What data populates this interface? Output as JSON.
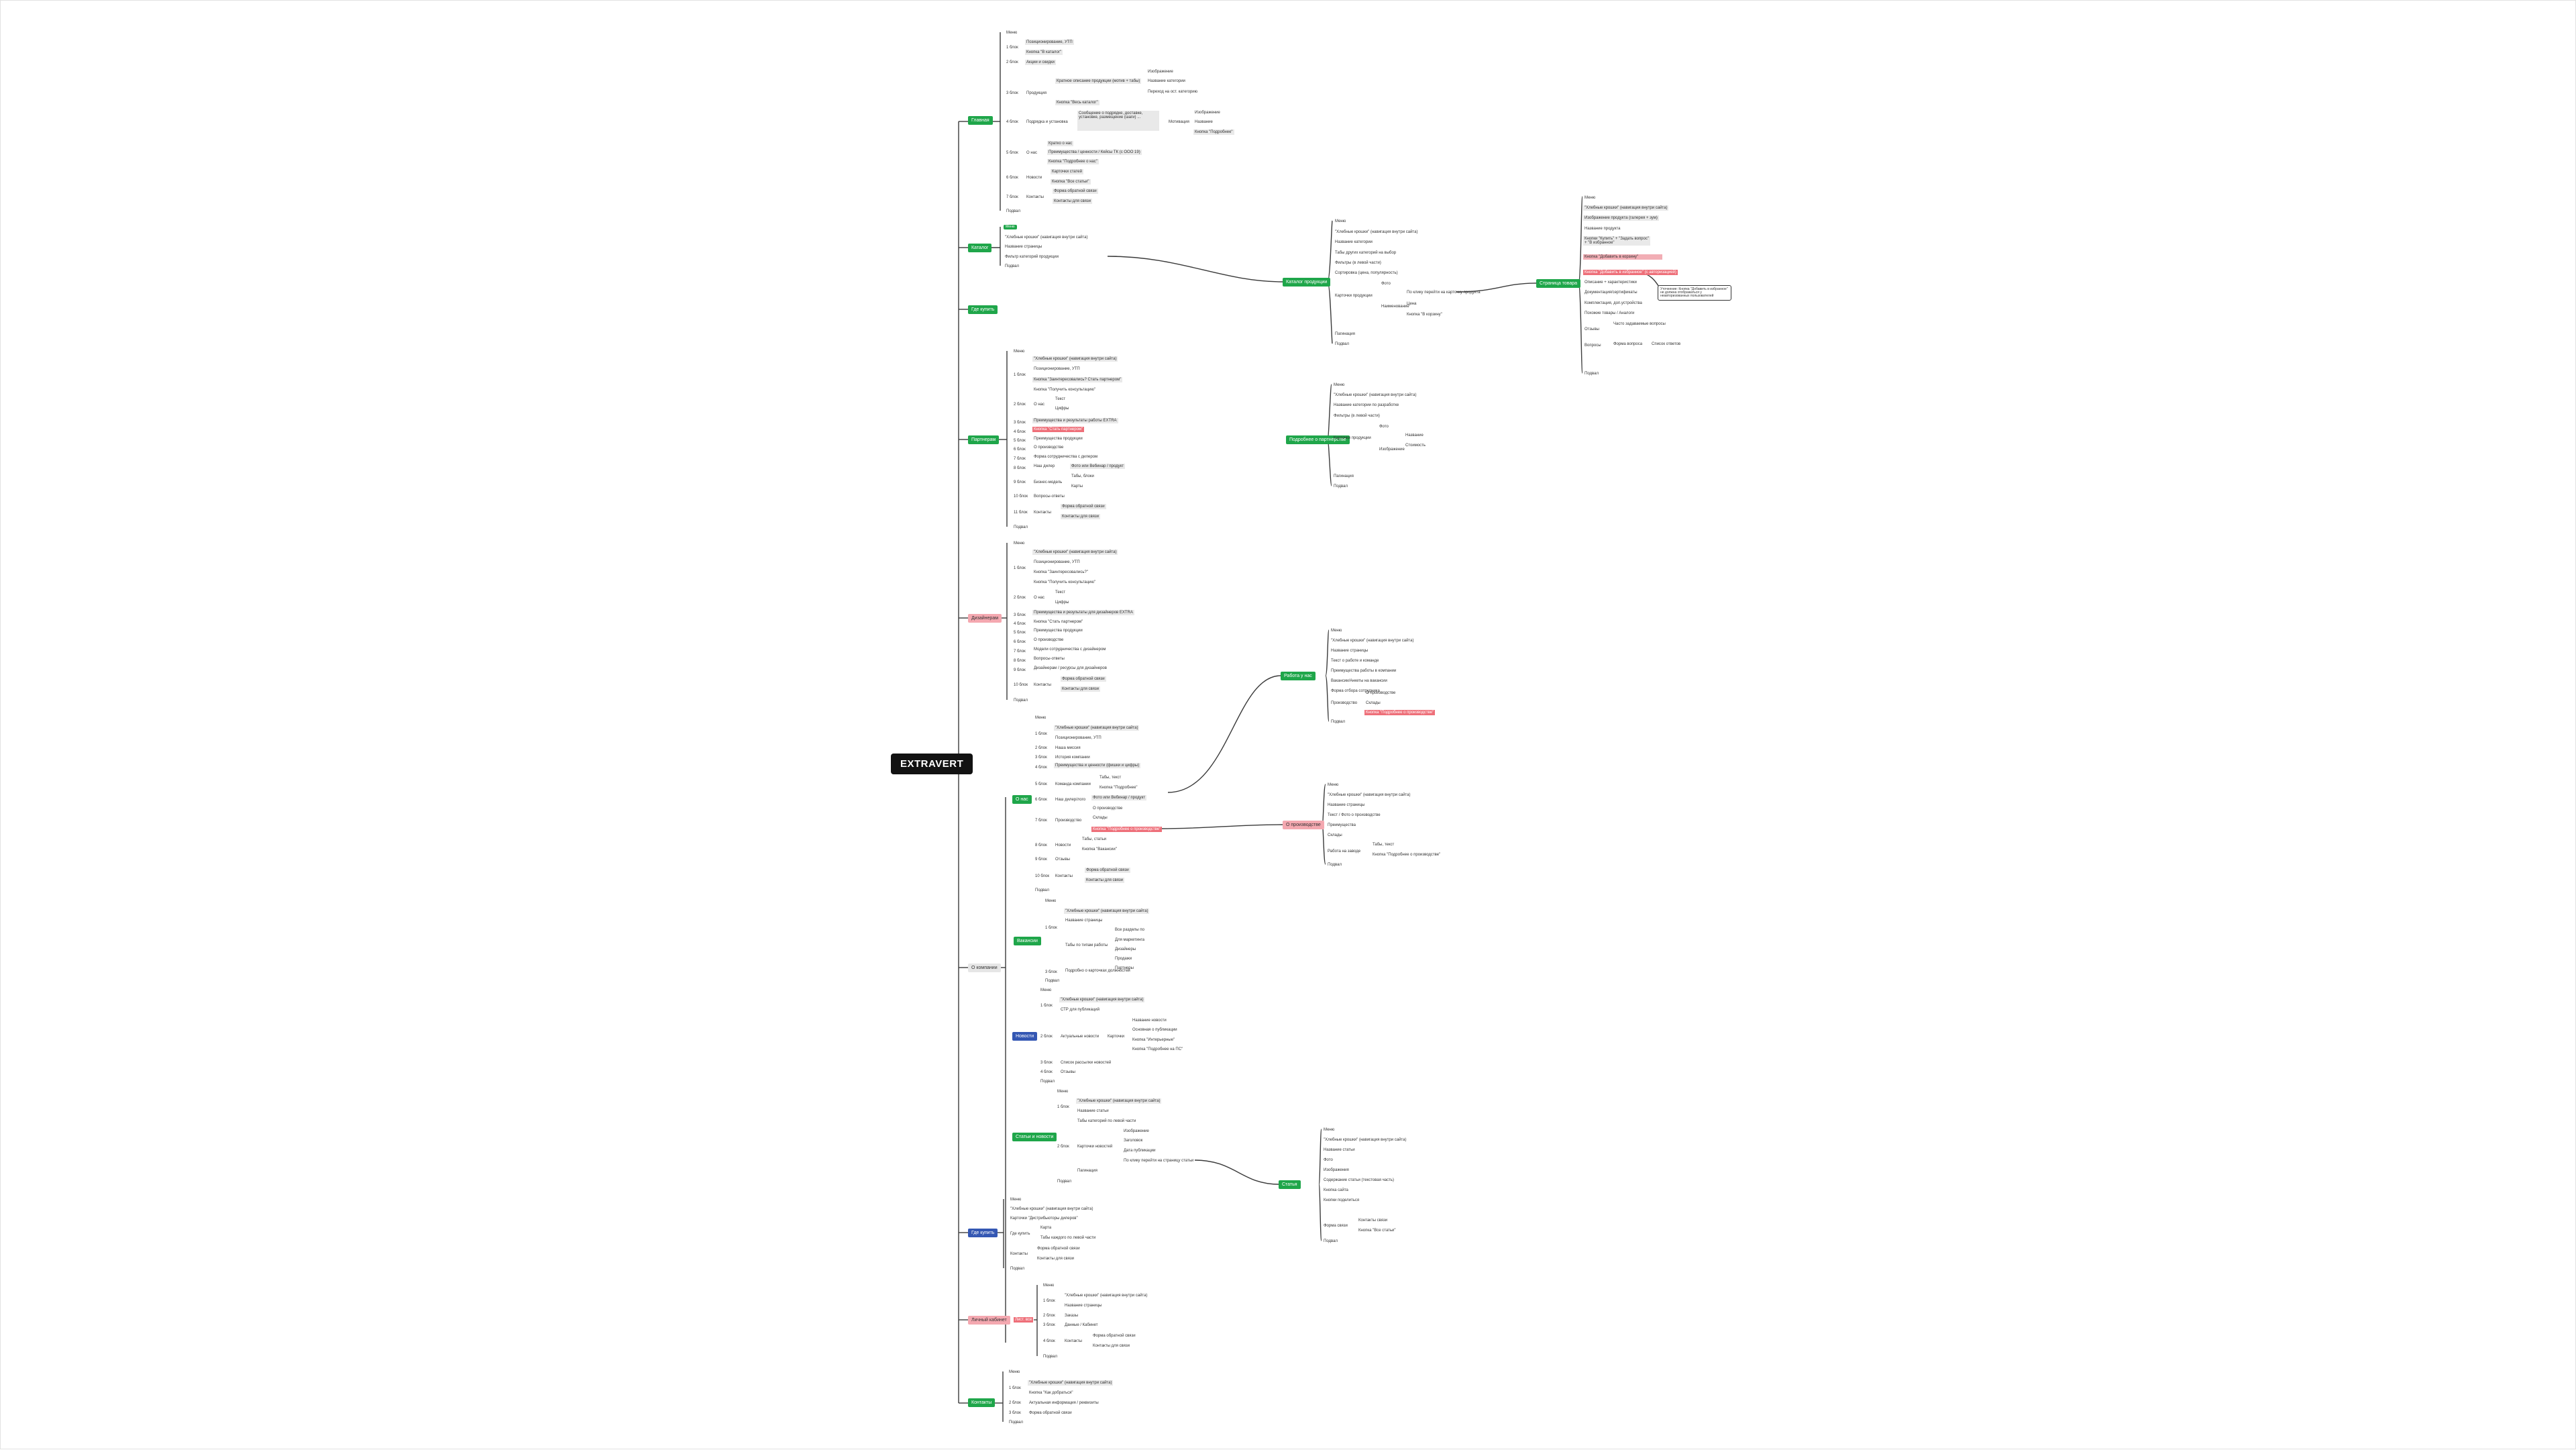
{
  "root": {
    "label": "EXTRAVERT"
  },
  "sections": {
    "glavnaya": {
      "label": "Главная",
      "menu": "Меню",
      "b1": "1 блок",
      "b1_items": [
        "Позиционирование, УТП",
        "Кнопка \"В каталог\""
      ],
      "b2": "2 блок",
      "b2_item": "Акции и скидки",
      "b3": "3 блок",
      "b3_title": "Продукция",
      "b3_desc": "Кратное описание продукции (мотив + табы)",
      "b3_leaf": [
        "Изображение",
        "Название категории",
        "Переход на ост. категорию"
      ],
      "b3_btn": "Кнопка \"Весь каталог\"",
      "b4": "4 блок",
      "b4_title": "Подрядка и установка",
      "b4_desc": "Сообщение о подрядке, доставке, установке, размещение (шаги) ...",
      "b4_sub": "Мотивация",
      "b4_leaf": [
        "Изображение",
        "Название",
        "Кнопка \"Подробнее\""
      ],
      "b5": "5 блок",
      "b5_title": "О нас",
      "b5_items": [
        "Кратко о нас",
        "Преимущества / ценности / Кейсы ТК (с ООО 19)",
        "Кнопка \"Подробнее о нас\""
      ],
      "b6": "6 блок",
      "b6_title": "Новости",
      "b6_items": [
        "Карточки статей",
        "Кнопка \"Все статьи\""
      ],
      "b7": "7 блок",
      "b7_title": "Контакты",
      "b7_items": [
        "Форма обратной связи",
        "Контакты для связи"
      ],
      "footer": "Подвал"
    },
    "katalog": {
      "label": "Каталог",
      "items": [
        "Меню",
        "\"Хлебные крошки\" (навигация внутри сайта)",
        "Название страницы",
        "Фильтр категорий продукции",
        "Подвал"
      ]
    },
    "catalog_page": {
      "label": "Каталог продукции",
      "items": [
        "Меню",
        "\"Хлебные крошки\" (навигация внутри сайта)",
        "Название категории",
        "Табы других категорий на выбор",
        "Фильтры (в левой части)",
        "Сортировка (цена, популярность)"
      ],
      "cards": "Карточки продукции",
      "cards_leaf": [
        "Фото",
        "Наименование",
        "Цена",
        "Кнопка \"В корзину\""
      ],
      "pag": "Пагинация",
      "footer": "Подвал",
      "card_link": "По клику перейти на карточку продукта"
    },
    "product": {
      "label": "Страница товара",
      "items": [
        "Меню",
        "\"Хлебные крошки\" (навигация внутри сайта)",
        "Изображение продукта (галерея + зум)",
        "Название продукта",
        "Кнопки \"Купить\" + \"Задать вопрос\" + \"В избранное\""
      ],
      "pink1": "Кнопка \"Добавить в корзину\"",
      "red1": "Кнопка \"Добавить в избранное\" (с авторизацией)",
      "items2": [
        "Описание + характеристики",
        "Документация/сертификаты",
        "Комплектация, доп.устройства",
        "Похожие товары / Аналоги",
        "Отзывы",
        "Часто задаваемые вопросы"
      ],
      "note": "Уточнение: Кнопка \"Добавить в избранное\" не должна отображаться у неавторизованных пользователей",
      "vopros": "Вопросы",
      "vopros_leaf": [
        "Форма вопроса",
        "Список ответов"
      ],
      "footer": "Подвал"
    },
    "partneram": {
      "label": "Партнерам",
      "menu": "Меню",
      "b1": "1 блок",
      "b1_items": [
        "\"Хлебные крошки\" (навигация внутри сайта)",
        "Позиционирование, УТП",
        "Кнопка \"Заинтересовались? Стать партнером\"",
        "Кнопка \"Получить консультацию\""
      ],
      "b2": "2 блок",
      "b2_title": "О нас",
      "b2_items": [
        "Текст",
        "Цифры"
      ],
      "b3": "3 блок",
      "b3_item": "Преимущества и результаты работы EXTRA",
      "b4": "4 блок",
      "b4_item": "Кнопка \"Стать партнером\"",
      "b5": "5 блок",
      "b5_item": "Преимущества продукции",
      "b6": "6 блок",
      "b6_item": "О производстве",
      "b7": "7 блок",
      "b7_item": "Форма сотрудничества с дилером",
      "b8": "8 блок",
      "b8_title": "Наш дилер",
      "b8_items": [
        "Фото или Вебинар / продукт"
      ],
      "b9": "9 блок",
      "b9_title": "Бизнес-модель",
      "b9_items": [
        "Табы, блоки",
        "Карты"
      ],
      "b10": "10 блок",
      "b10_item": "Вопросы-ответы",
      "b11": "11 блок",
      "b11_title": "Контакты",
      "b11_items": [
        "Форма обратной связи",
        "Контакты для связи"
      ],
      "footer": "Подвал"
    },
    "partner_page": {
      "label": "Подробнее о партнерстве",
      "items": [
        "Меню",
        "\"Хлебные крошки\" (навигация внутри сайта)",
        "Название категории по разработке",
        "Фильтры (в левой части)"
      ],
      "cards": "Карточки продукции",
      "cards_leaf": [
        "Фото",
        "Изображение",
        "Название",
        "Стоимость"
      ],
      "pag": "Пагинация",
      "footer": "Подвал"
    },
    "dizayneram": {
      "label": "Дизайнерам",
      "menu": "Меню",
      "b1": "1 блок",
      "b1_items": [
        "\"Хлебные крошки\" (навигация внутри сайта)",
        "Позиционирование, УТП",
        "Кнопка \"Заинтересовались?\"",
        "Кнопка \"Получить консультацию\""
      ],
      "b2": "2 блок",
      "b2_title": "О нас",
      "b2_items": [
        "Текст",
        "Цифры"
      ],
      "b3": "3 блок",
      "b3_item": "Преимущества и результаты для дизайнеров EXTRA",
      "b4": "4 блок",
      "b4_item": "Кнопка \"Стать партнером\"",
      "b5": "5 блок",
      "b5_item": "Преимущества продукции",
      "b6": "6 блок",
      "b6_item": "О производстве",
      "b7": "7 блок",
      "b7_item": "Модели сотрудничества с дизайнером",
      "b8": "8 блок",
      "b8_item": "Вопросы-ответы",
      "b9": "9 блок",
      "b9_item": "Дизайнерам / ресурсы для дизайнеров",
      "b10": "10 блок",
      "b10_title": "Контакты",
      "b10_items": [
        "Форма обратной связи",
        "Контакты для связи"
      ],
      "footer": "Подвал"
    },
    "o_kompanii": {
      "label": "О компании",
      "o_nas": {
        "label": "О нас",
        "menu": "Меню",
        "b1": "1 блок",
        "b1_items": [
          "\"Хлебные крошки\" (навигация внутри сайта)",
          "Позиционирование, УТП"
        ],
        "b2": "2 блок",
        "b2_item": "Наша миссия",
        "b3": "3 блок",
        "b3_item": "История компании",
        "b4": "4 блок",
        "b4_item": "Преимущества и ценности (фишки и цифры)",
        "b5": "5 блок",
        "b5_title": "Команда компании",
        "b5_items": [
          "Табы, текст",
          "Кнопка \"Подробнее\""
        ],
        "b6": "6 блок",
        "b6_title": "Наш дилер/лого",
        "b6_items": [
          "Фото или Вебинар / продукт"
        ],
        "b7": "7 блок",
        "b7_title": "Производство",
        "b7_items": [
          "О производстве",
          "Склады"
        ],
        "b7_pink": "Кнопка \"Подробнее о производстве\"",
        "b8": "8 блок",
        "b8_title": "Новости",
        "b8_items": [
          "Табы, статьи",
          "Кнопка \"Вакансии\""
        ],
        "b9": "9 блок",
        "b9_title": "Отзывы",
        "b10": "10 блок",
        "b10_title": "Контакты",
        "b10_items": [
          "Форма обратной связи",
          "Контакты для связи"
        ],
        "footer": "Подвал"
      },
      "rabota": {
        "label": "Работа у нас",
        "items": [
          "Меню",
          "\"Хлебные крошки\" (навигация внутри сайта)",
          "Название страницы",
          "Текст о работе и команде",
          "Преимущества работы в компании",
          "Вакансии/Анкеты на вакансии",
          "Форма отбора сотрудника"
        ],
        "prod": "Производство",
        "prod_leaf": [
          "О производстве",
          "Склады"
        ],
        "prod_pink": "Кнопка \"Подробнее о производстве\"",
        "footer": "Подвал"
      },
      "o_proizv": {
        "label": "О производстве",
        "items": [
          "Меню",
          "\"Хлебные крошки\" (навигация внутри сайта)",
          "Название страницы",
          "Текст / Фото о производстве",
          "Преимущества",
          "Склады"
        ],
        "rabota": "Работа на заводе",
        "rabota_leaf": [
          "Табы, текст",
          "Кнопка \"Подробнее о производстве\""
        ],
        "footer": "Подвал"
      },
      "vakansii": {
        "label": "Вакансии",
        "menu": "Меню",
        "b1": "1 блок",
        "b1_items": [
          "\"Хлебные крошки\" (навигация внутри сайта)",
          "Название страницы"
        ],
        "b2": "2 блок",
        "b2_title": "Табы по типам работы",
        "b2_items": [
          "Все разделы по",
          "Для маркетинга",
          "Дизайнеры",
          "Продажи",
          "Партнеры"
        ],
        "b3": "3 блок",
        "b3_item": "Подробно о карточках должностей",
        "footer": "Подвал"
      },
      "novosti": {
        "label": "Новости",
        "menu": "Меню",
        "b1": "1 блок",
        "b1_items": [
          "\"Хлебные крошки\" (навигация внутри сайта)",
          "СТР для публикаций"
        ],
        "b2": "2 блок",
        "b2_title": "Актуальные новости",
        "b2_sub": "Карточки",
        "b2_leaf": [
          "Название новости",
          "Основная о публикации",
          "Кнопка \"Интерьерные\"",
          "Кнопка \"Подробнее на ПС\""
        ],
        "b3": "3 блок",
        "b3_item": "Список рассылки новостей",
        "b4": "4 блок",
        "b4_item": "Отзывы",
        "footer": "Подвал"
      },
      "stati": {
        "label": "Статьи и новости",
        "menu": "Меню",
        "b1": "1 блок",
        "b1_items": [
          "\"Хлебные крошки\" (навигация внутри сайта)",
          "Название статьи",
          "Табы категорий по левой части"
        ],
        "b2": "2 блок",
        "b2_title": "Карточки новостей",
        "b2_leaf": [
          "Изображение",
          "Заголовок",
          "Дата публикации",
          "По клику перейти на страницу статьи"
        ],
        "pag": "Пагинация",
        "footer": "Подвал"
      },
      "statya": {
        "label": "Статья",
        "items": [
          "Меню",
          "\"Хлебные крошки\" (навигация внутри сайта)",
          "Название статьи",
          "Фото",
          "Изображения",
          "Содержание статьи (текстовая часть)",
          "Кнопка сайта",
          "Кнопки поделиться"
        ],
        "forma": "Форма связи",
        "forma_leaf": [
          "Контакты связи",
          "Кнопка \"Все статьи\""
        ],
        "footer": "Подвал"
      }
    },
    "gde_kupit": {
      "label": "Где купить",
      "items": [
        "Меню",
        "\"Хлебные крошки\" (навигация внутри сайта)",
        "Карточки \"Дистрибьюторы дилеров\""
      ],
      "sub": "Где купить",
      "sub_items": [
        "Карта",
        "Табы каждого по левой части"
      ],
      "kontakty": "Контакты",
      "kontakty_items": [
        "Форма обратной связи",
        "Контакты для связи"
      ],
      "footer": "Подвал"
    },
    "lichny": {
      "label": "Личный кабинет",
      "menu": "Меню",
      "sub": "Лист. все",
      "b1": "1 блок",
      "b1_items": [
        "\"Хлебные крошки\" (навигация внутри сайта)",
        "Название страницы"
      ],
      "b2": "2 блок",
      "b2_item": "Заказы",
      "b3": "3 блок",
      "b3_item": "Данные / Кабинет",
      "b4": "4 блок",
      "b4_title": "Контакты",
      "b4_items": [
        "Форма обратной связи",
        "Контакты для связи"
      ],
      "footer": "Подвал"
    },
    "kontakty": {
      "label": "Контакты",
      "menu": "Меню",
      "b1": "1 блок",
      "b1_items": [
        "\"Хлебные крошки\" (навигация внутри сайта)",
        "Кнопка \"Как добраться\""
      ],
      "b2": "2 блок",
      "b2_item": "Актуальная информация / реквизиты",
      "b3": "3 блок",
      "b3_item": "Форма обратной связи",
      "footer": "Подвал"
    }
  },
  "colors": {
    "green": "#1fa64a",
    "blue": "#3457b3",
    "pink": "#f4a8b0",
    "red": "#ee6f79",
    "root": "#121212"
  }
}
